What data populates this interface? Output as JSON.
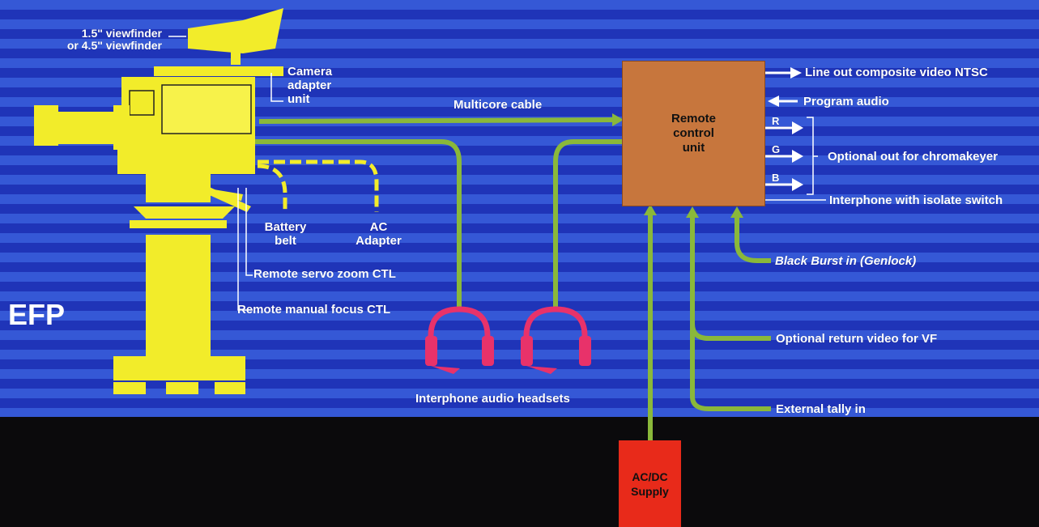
{
  "colors": {
    "stripe_light": "#3558d6",
    "stripe_dark": "#1f34b8",
    "camera": "#f2ec2a",
    "cable": "#8ab83a",
    "rcu": "#c7763d",
    "supply": "#e82a1a",
    "headset": "#e8326a"
  },
  "title": "EFP",
  "camera": {
    "viewfinder_label_1": "1.5\" viewfinder",
    "viewfinder_label_2": "or 4.5\" viewfinder",
    "adapter_label": "Camera\nadapter\nunit",
    "battery_label": "Battery\nbelt",
    "ac_label": "AC\nAdapter",
    "zoom_label": "Remote servo zoom CTL",
    "focus_label": "Remote manual focus CTL"
  },
  "cables": {
    "multicore_label": "Multicore cable",
    "headsets_label": "Interphone audio headsets"
  },
  "rcu": {
    "label": "Remote\ncontrol\nunit"
  },
  "outputs": {
    "line_out": "Line out composite video NTSC",
    "program_audio": "Program audio",
    "r": "R",
    "g": "G",
    "b": "B",
    "chromakeyer": "Optional out for chromakeyer",
    "interphone": "Interphone with isolate switch"
  },
  "inputs": {
    "black_burst": "Black Burst in (Genlock)",
    "return_video": "Optional return video for VF",
    "tally": "External tally in"
  },
  "supply": {
    "label": "AC/DC\nSupply"
  }
}
